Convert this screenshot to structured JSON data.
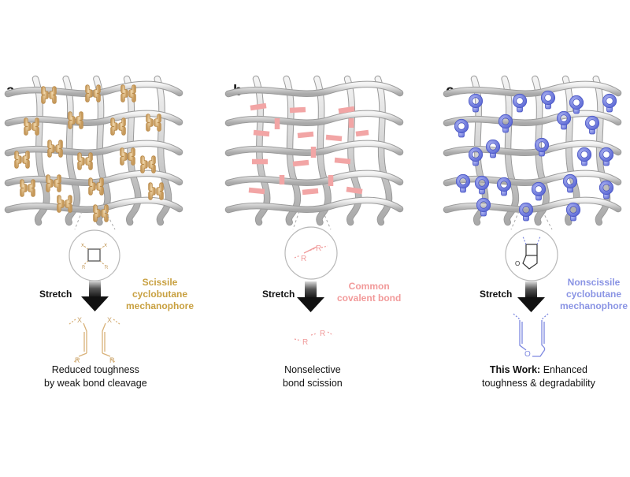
{
  "colors": {
    "gold": "#d6b27a",
    "gold_text": "#c8a040",
    "pink": "#f0a0a0",
    "pink_text": "#f29a9a",
    "blue": "#7d88e0",
    "blue_text": "#8a94e4",
    "network": "#cfcfcf"
  },
  "icons": {
    "a": "scissile-mechanophore-icon",
    "c": "nonscissile-mechanophore-icon"
  },
  "panels": [
    {
      "label": "a",
      "atoms": {
        "left": "X",
        "right": "X",
        "bl": "R",
        "br": "R"
      },
      "stretch": "Stretch",
      "side_lines": [
        "Scissile",
        "cyclobutane",
        "mechanophore"
      ],
      "product_atoms": {
        "x1": "X",
        "x2": "X",
        "r1": "R",
        "r2": "R"
      },
      "caption_lines": [
        "Reduced toughness",
        "by weak bond cleavage"
      ]
    },
    {
      "label": "b",
      "atoms": {
        "r1": "R",
        "r2": "R"
      },
      "stretch": "Stretch",
      "side_lines": [
        "Common",
        "covalent bond"
      ],
      "product_atoms": {
        "r1": "R",
        "r2": "R"
      },
      "caption_lines": [
        "Nonselective",
        "bond scission"
      ]
    },
    {
      "label": "c",
      "atoms": {
        "o": "O"
      },
      "stretch": "Stretch",
      "side_lines": [
        "Nonscissile",
        "cyclobutane",
        "mechanophore"
      ],
      "product_atoms": {
        "o": "O"
      },
      "caption_bold": "This Work:",
      "caption_rest": " Enhanced",
      "caption_line2": "toughness & degradability"
    }
  ]
}
